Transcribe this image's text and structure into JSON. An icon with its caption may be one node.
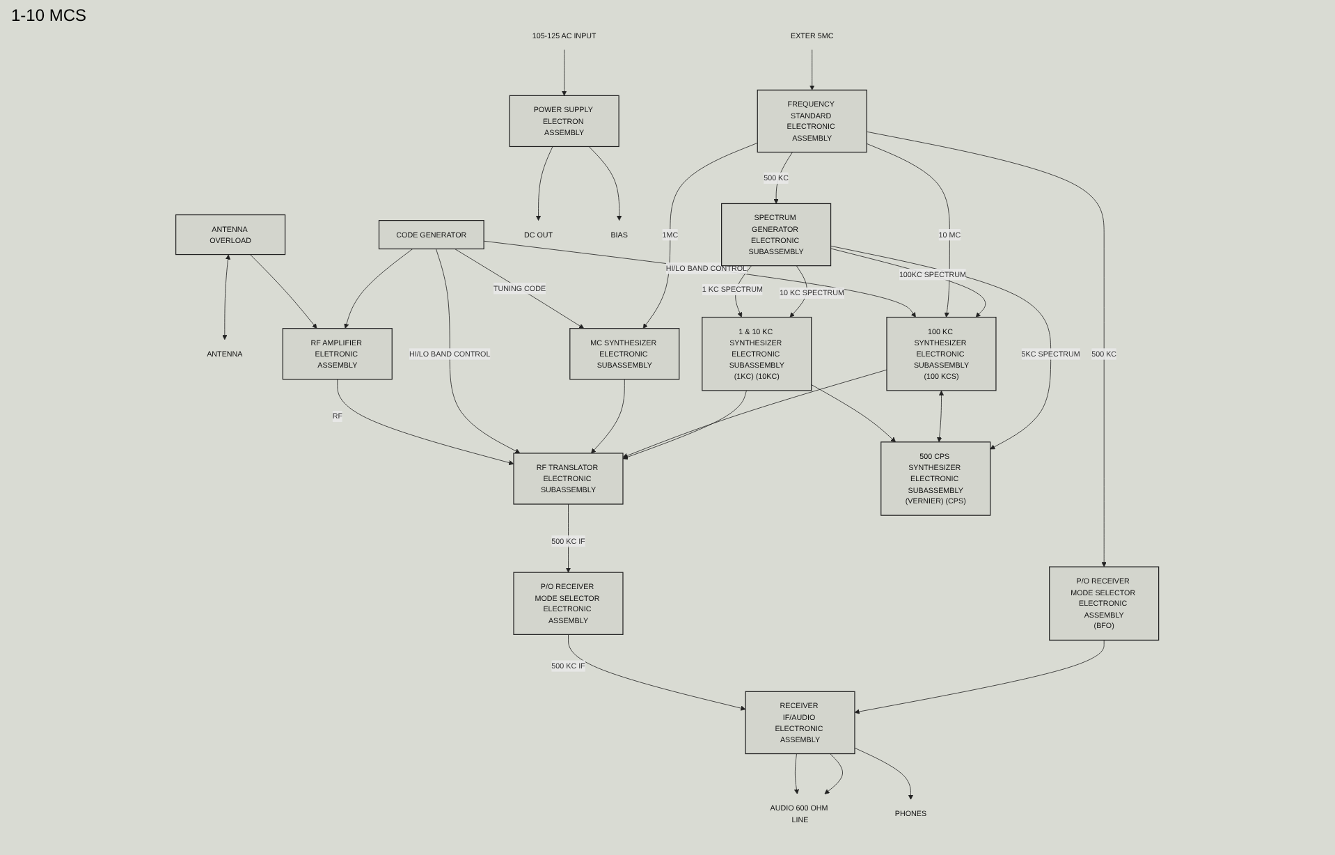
{
  "diagram": {
    "nodes": [
      {
        "text": [
          "ANTENNA"
        ]
      },
      {
        "text": [
          "ANTENNA OVERLOAD"
        ]
      },
      {
        "text": [
          "RF AMPLIFIER ELETRONIC ASSEMBLY"
        ]
      },
      {
        "text": [
          "RF TRANSLATOR ELECTRONIC SUBASSEMBLY"
        ]
      },
      {
        "text": [
          "P/O RECEIVER MODE SELECTOR ELECTRONIC ASSEMBLY"
        ]
      },
      {
        "text": [
          "RECEIVER IF/AUDIO ELECTRONIC ASSEMBLY"
        ]
      },
      {
        "text": [
          "AUDIO 600 OHM LINE"
        ]
      },
      {
        "text": [
          "PHONES"
        ]
      },
      {
        "text": [
          "CODE GENERATOR"
        ]
      },
      {
        "text": [
          "MC SYNTHESIZER ELECTRONIC SUBASSEMBLY"
        ]
      },
      {
        "text": [
          "105-125 AC INPUT"
        ]
      },
      {
        "text": [
          "POWER SUPPLY ELECTRON ASSEMBLY"
        ]
      },
      {
        "text": [
          "DC OUT"
        ]
      },
      {
        "text": [
          "BIAS"
        ]
      },
      {
        "text": [
          "P/O RECEIVER MODE SELECTOR ELECTRONIC ASSEMBLY",
          "(BFO)"
        ]
      },
      {
        "text": [
          "500 CPS SYNTHESIZER ELECTRONIC SUBASSEMBLY",
          "(VERNIER) (CPS)"
        ]
      },
      {
        "text": [
          "1 & 10 KC SYNTHESIZER ELECTRONIC SUBASSEMBLY",
          "(1KC) (10KC)"
        ]
      },
      {
        "text": [
          "100 KC SYNTHESIZER ELECTRONIC SUBASSEMBLY",
          "(100 KCS)"
        ]
      },
      {
        "text": [
          "FREQUENCY STANDARD ELECTRONIC ASSEMBLY"
        ]
      },
      {
        "text": [
          "EXTER 5MC"
        ]
      },
      {
        "text": [
          "SPECTRUM GENERATOR ELECTRONIC SUBASSEMBLY"
        ]
      }
    ],
    "edges": [
      {
        "from": 1,
        "to": 0,
        "arrow": "both"
      },
      {
        "from": 1,
        "to": 2,
        "arrow": "to"
      },
      {
        "from": 2,
        "to": 3,
        "label": "RF",
        "arrow": "to"
      },
      {
        "from": 3,
        "to": 4,
        "label": "500 KC IF",
        "arrow": "to"
      },
      {
        "from": 4,
        "to": 5,
        "label": "500 KC IF",
        "arrow": "to"
      },
      {
        "from": 5,
        "to": 6,
        "arrow": "to"
      },
      {
        "from": 5,
        "to": 6,
        "arrow": "to"
      },
      {
        "from": 5,
        "to": 7,
        "arrow": "to"
      },
      {
        "from": 8,
        "to": 2,
        "arrow": "to"
      },
      {
        "from": 8,
        "to": 3,
        "label": "HI/LO BAND CONTROL",
        "arrow": "to"
      },
      {
        "from": 8,
        "to": 9,
        "label": "TUNING CODE",
        "arrow": "to"
      },
      {
        "from": 8,
        "to": 17,
        "label": "HI/LO BAND CONTROL",
        "arrow": "to"
      },
      {
        "from": 9,
        "to": 3,
        "arrow": "to"
      },
      {
        "from": 17,
        "to": 3,
        "arrow": "to"
      },
      {
        "from": 16,
        "to": 3,
        "arrow": "to"
      },
      {
        "from": 10,
        "to": 11,
        "arrow": "to"
      },
      {
        "from": 11,
        "to": 12,
        "arrow": "to"
      },
      {
        "from": 11,
        "to": 13,
        "arrow": "to"
      },
      {
        "from": 14,
        "to": 5,
        "arrow": "to"
      },
      {
        "from": 18,
        "to": 14,
        "label": "500 KC",
        "arrow": "to"
      },
      {
        "from": 18,
        "to": 9,
        "label": "1MC",
        "arrow": "to"
      },
      {
        "from": 18,
        "to": 17,
        "label": "10 MC",
        "arrow": "to"
      },
      {
        "from": 19,
        "to": 18,
        "arrow": "to"
      },
      {
        "from": 16,
        "to": 15,
        "arrow": "to"
      },
      {
        "from": 17,
        "to": 15,
        "arrow": "both"
      },
      {
        "from": 20,
        "to": 15,
        "label": "5KC SPECTRUM",
        "arrow": "to"
      },
      {
        "from": 20,
        "to": 16,
        "label": "1 KC SPECTRUM",
        "arrow": "to"
      },
      {
        "from": 20,
        "to": 16,
        "label": "10 KC SPECTRUM",
        "arrow": "to"
      },
      {
        "from": 20,
        "to": 17,
        "label": "100KC SPECTRUM",
        "arrow": "to"
      },
      {
        "from": 18,
        "to": 20,
        "label": "500 KC",
        "arrow": "to"
      }
    ],
    "labels": [
      "1-10 MCS"
    ]
  }
}
